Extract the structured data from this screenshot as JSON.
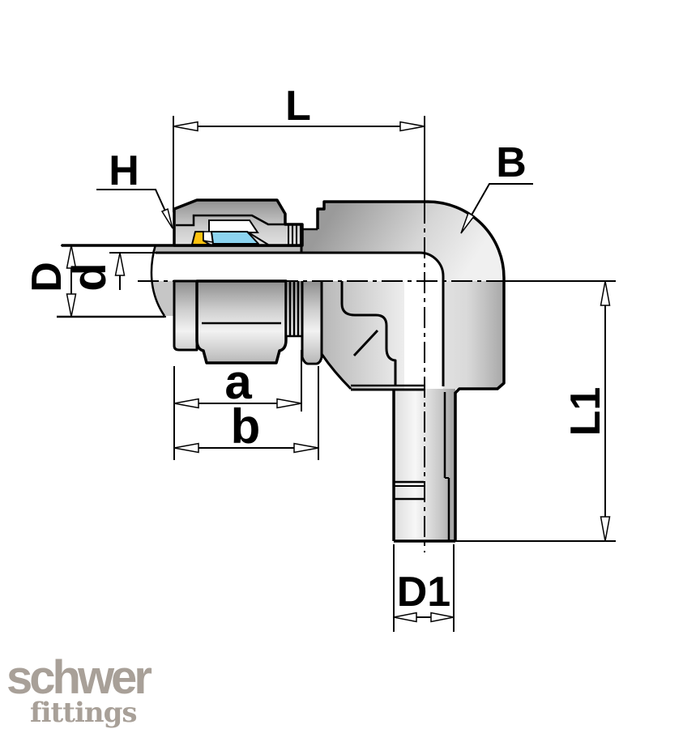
{
  "drawing": {
    "description": "Technical section drawing of a 90-degree elbow compression tube fitting",
    "labels": {
      "L": "L",
      "H": "H",
      "B": "B",
      "D": "D",
      "d": "d",
      "a": "a",
      "b": "b",
      "L1": "L1",
      "D1": "D1"
    },
    "colors": {
      "line": "#000000",
      "ferrule_front_yellow": "#FFC20E",
      "ferrule_back_cyan": "#8CD4F0",
      "metal_dark": "#8F8F8F",
      "metal_light": "#F2F2F2",
      "logo_gray": "#A8A098"
    },
    "logo": {
      "brand": "schwer",
      "sub": "fittings"
    }
  }
}
